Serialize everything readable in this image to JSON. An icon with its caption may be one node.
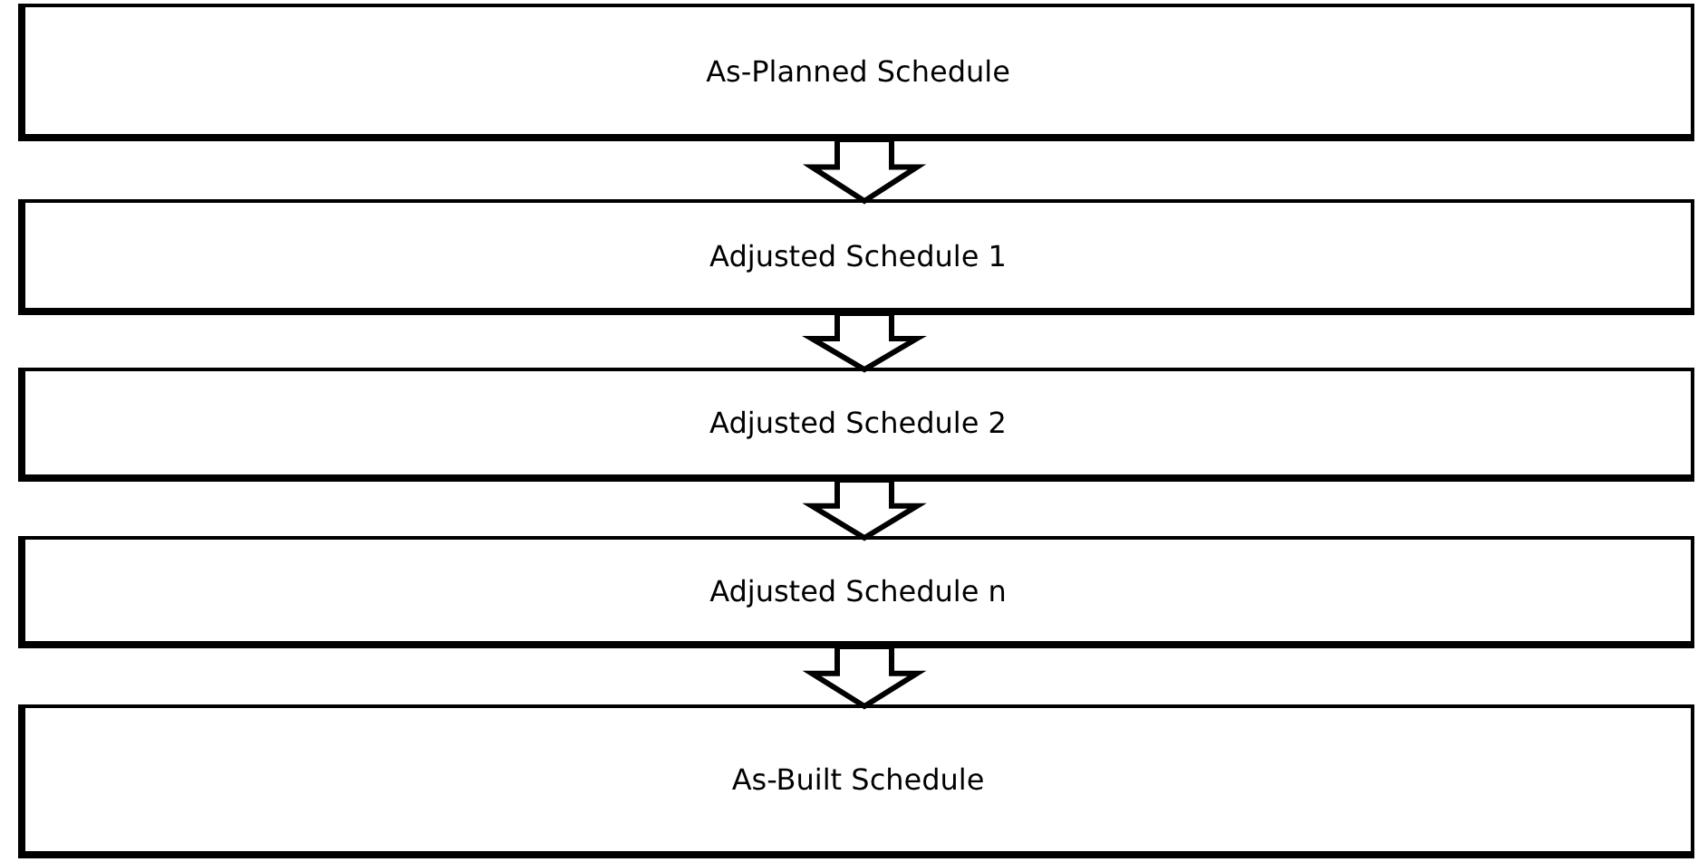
{
  "diagram": {
    "nodes": [
      {
        "text": [
          "As-Planned Schedule"
        ]
      },
      {
        "text": [
          "Adjusted Schedule 1"
        ]
      },
      {
        "text": [
          "Adjusted Schedule 2"
        ]
      },
      {
        "text": [
          "Adjusted Schedule n"
        ]
      },
      {
        "text": [
          "As-Built Schedule"
        ]
      }
    ],
    "edges": [
      {
        "from": 0,
        "to": 1,
        "arrow": "to"
      },
      {
        "from": 1,
        "to": 2,
        "arrow": "to"
      },
      {
        "from": 2,
        "to": 3,
        "arrow": "to"
      },
      {
        "from": 3,
        "to": 4,
        "arrow": "to"
      }
    ]
  }
}
